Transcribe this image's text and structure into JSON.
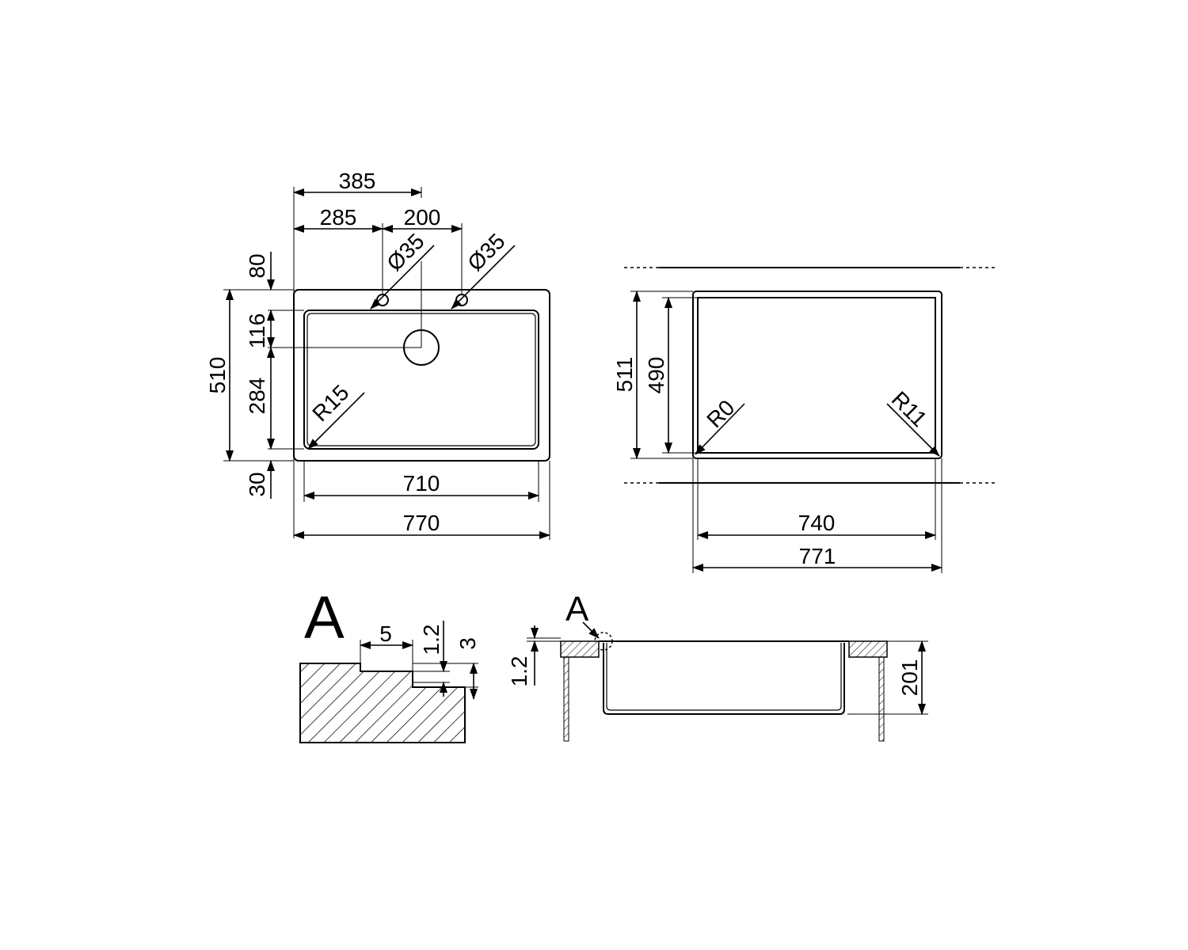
{
  "top_view": {
    "width_overall": "770",
    "width_inner": "710",
    "offset_tap1": "285",
    "offset_tap2": "385",
    "spacing_taps": "200",
    "tap_diameter_1": "Ø35",
    "tap_diameter_2": "Ø35",
    "height_overall": "510",
    "dim_top": "80",
    "dim_tap_to_drain": "116",
    "dim_drain_to_bottom": "284",
    "dim_bottom": "30",
    "radius": "R15"
  },
  "cutout_view": {
    "width_outer": "771",
    "width_inner": "740",
    "height_outer": "511",
    "height_inner": "490",
    "radius_left": "R0",
    "radius_right": "R11"
  },
  "detail_a": {
    "label": "A",
    "dim_step_width": "5",
    "dim_step_depth": "1.2",
    "dim_total_depth": "3"
  },
  "section_view": {
    "detail_ref": "A",
    "dim_lip": "1.2",
    "dim_depth": "201"
  }
}
